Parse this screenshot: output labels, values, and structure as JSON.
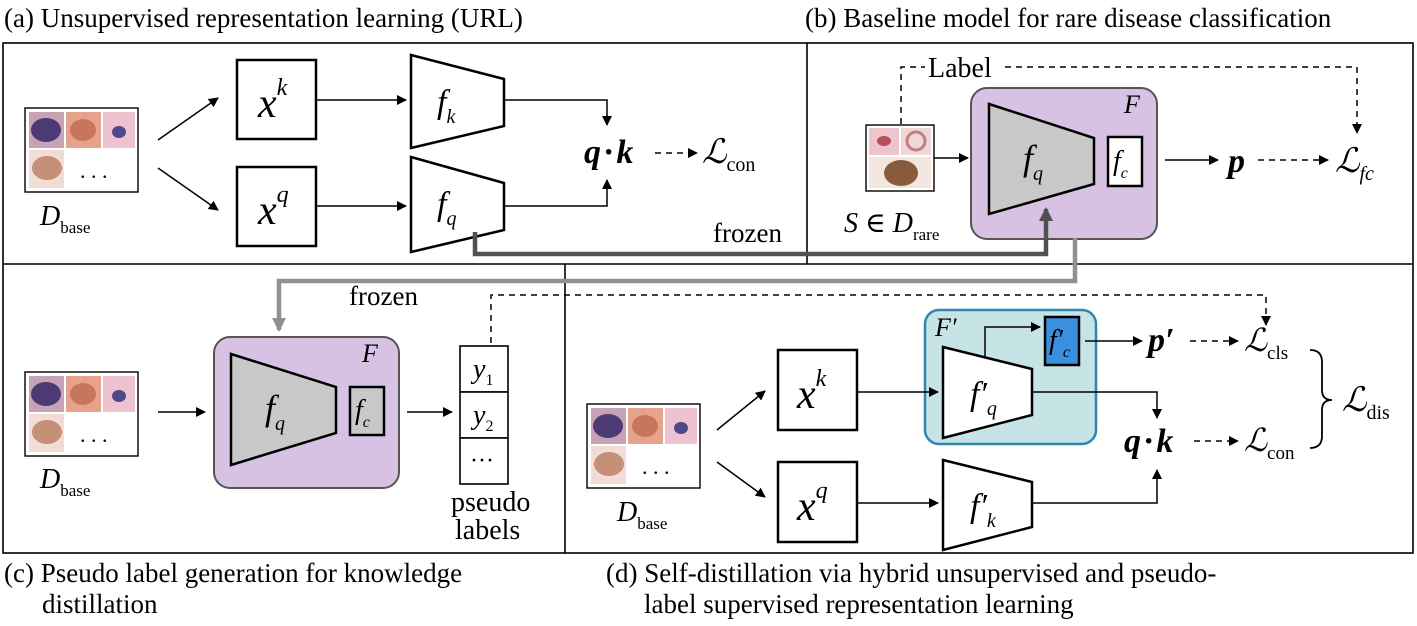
{
  "captions": {
    "a": "(a) Unsupervised representation learning (URL)",
    "b": "(b) Baseline model for rare disease classification",
    "c_line1": "(c) Pseudo label generation for knowledge",
    "c_line2": "distillation",
    "d_line1": "(d) Self-distillation via hybrid unsupervised and pseudo-",
    "d_line2": "label supervised representation learning"
  },
  "panel_a": {
    "dataset": "D",
    "dataset_sub": "base",
    "ellipsis": ". . .",
    "xk_base": "x",
    "xk_sup": "k",
    "xq_base": "x",
    "xq_sup": "q",
    "fk_base": "f",
    "fk_sub": "k",
    "fq_base": "f",
    "fq_sub": "q",
    "dot_q": "q",
    "dot_op": "·",
    "dot_k": "k",
    "loss": "ℒ",
    "loss_sub": "con"
  },
  "panel_b": {
    "label_text": "Label",
    "model_name": "F",
    "fq_base": "f",
    "fq_sub": "q",
    "fc_base": "f",
    "fc_sub": "c",
    "input_S": "S ∈ D",
    "input_sub": "rare",
    "p": "p",
    "loss": "ℒ",
    "loss_sub": "fc"
  },
  "frozen_1": "frozen",
  "frozen_2": "frozen",
  "panel_c": {
    "dataset": "D",
    "dataset_sub": "base",
    "ellipsis": ". . .",
    "model_name": "F",
    "fq_base": "f",
    "fq_sub": "q",
    "fc_base": "f",
    "fc_sub": "c",
    "y1": "y",
    "y1_sub": "1",
    "y2": "y",
    "y2_sub": "2",
    "more": "···",
    "pseudo_1": "pseudo",
    "pseudo_2": "labels"
  },
  "panel_d": {
    "dataset": "D",
    "dataset_sub": "base",
    "ellipsis": ". . .",
    "model_name": "F′",
    "xk_base": "x",
    "xk_sup": "k",
    "xq_base": "x",
    "xq_sup": "q",
    "fq_base": "f′",
    "fq_sub": "q",
    "fk_base": "f′",
    "fk_sub": "k",
    "fc_base": "f′",
    "fc_sub": "c",
    "p": "p′",
    "dot_q": "q",
    "dot_op": "·",
    "dot_k": "k",
    "loss_cls": "ℒ",
    "loss_cls_sub": "cls",
    "loss_con": "ℒ",
    "loss_con_sub": "con",
    "loss_dis": "ℒ",
    "loss_dis_sub": "dis"
  },
  "colors": {
    "purple": "#d8c2e4",
    "teal": "#c6e3e6",
    "teal_border": "#2f86b0",
    "blue_block": "#3a8fde",
    "gray": "#c8c8c8",
    "frozen_dark": "#505050",
    "frozen_light": "#909090"
  }
}
